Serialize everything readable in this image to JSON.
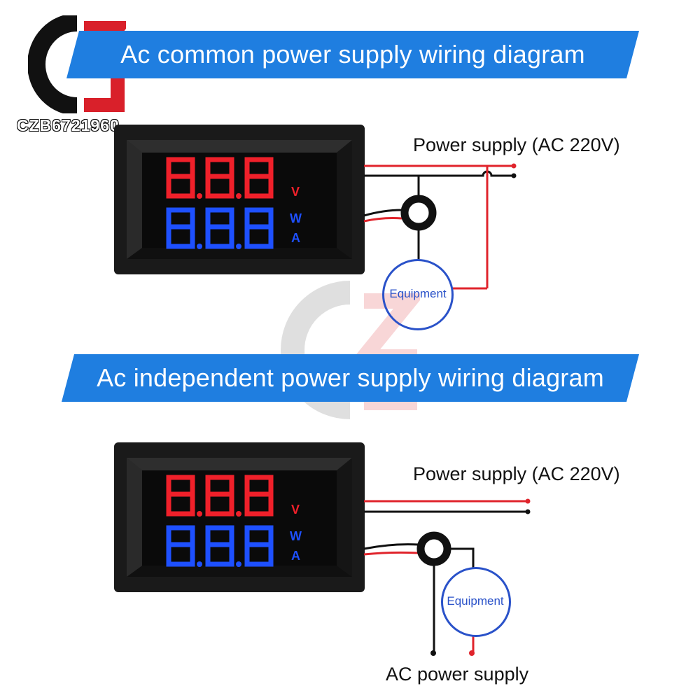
{
  "brand": {
    "name": "CZB6721960",
    "logo_colors": [
      "#111111",
      "#d9202a"
    ]
  },
  "section_common": {
    "title": "Ac common power supply wiring diagram",
    "power_label": "Power supply (AC 220V)",
    "equipment_label": "Equipment",
    "meter": {
      "display_top": "8.8.8",
      "display_bottom": "8.8.8",
      "unit_v": "V",
      "unit_w": "W",
      "unit_a": "A"
    }
  },
  "section_independent": {
    "title": "Ac independent power supply wiring diagram",
    "power_label": "Power supply (AC 220V)",
    "equipment_label": "Equipment",
    "ac_label": "AC power supply",
    "meter": {
      "display_top": "8.8.8",
      "display_bottom": "8.8.8",
      "unit_v": "V",
      "unit_w": "W",
      "unit_a": "A"
    }
  },
  "colors": {
    "banner": "#1f7ee0",
    "wire_red": "#e0242c",
    "wire_black": "#111111",
    "digit_red": "#f0202a",
    "digit_blue": "#1e50ff",
    "equipment_ring": "#2a52c9"
  }
}
